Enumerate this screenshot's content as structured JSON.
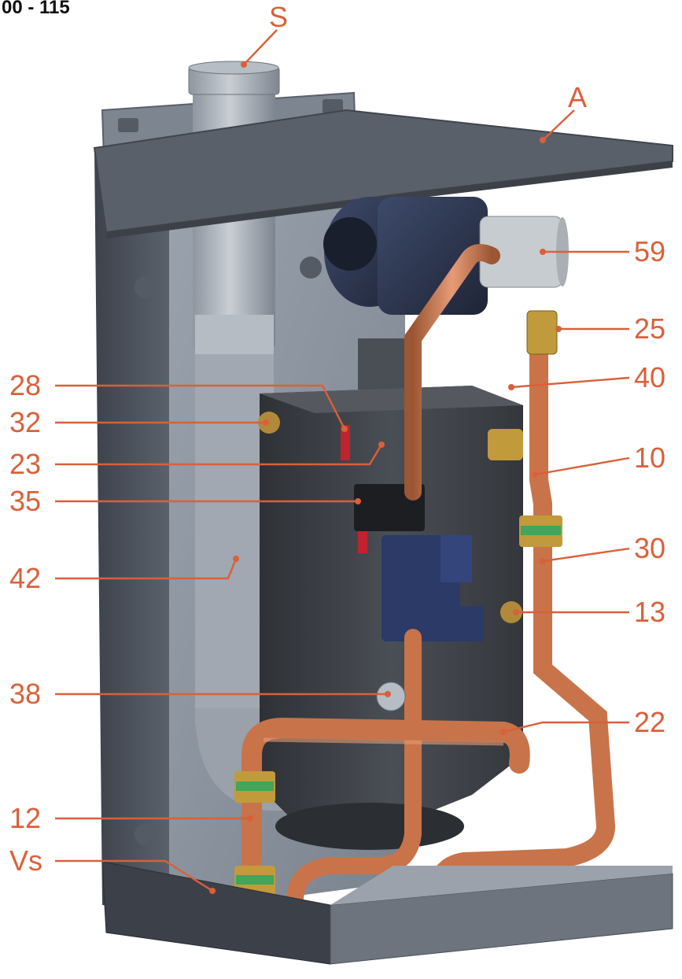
{
  "model_label": "00 - 115",
  "colors": {
    "callout": "#d9603a",
    "copper": "#c8734a",
    "panel": "#4a4f58",
    "tank": "#3b3e44"
  },
  "callouts": [
    {
      "id": "S",
      "text": "S"
    },
    {
      "id": "A",
      "text": "A"
    },
    {
      "id": "59",
      "text": "59"
    },
    {
      "id": "25",
      "text": "25"
    },
    {
      "id": "28",
      "text": "28"
    },
    {
      "id": "40",
      "text": "40"
    },
    {
      "id": "32",
      "text": "32"
    },
    {
      "id": "23",
      "text": "23"
    },
    {
      "id": "10",
      "text": "10"
    },
    {
      "id": "35",
      "text": "35"
    },
    {
      "id": "30",
      "text": "30"
    },
    {
      "id": "42",
      "text": "42"
    },
    {
      "id": "13",
      "text": "13"
    },
    {
      "id": "38",
      "text": "38"
    },
    {
      "id": "22",
      "text": "22"
    },
    {
      "id": "12",
      "text": "12"
    },
    {
      "id": "Vs",
      "text": "Vs"
    }
  ]
}
